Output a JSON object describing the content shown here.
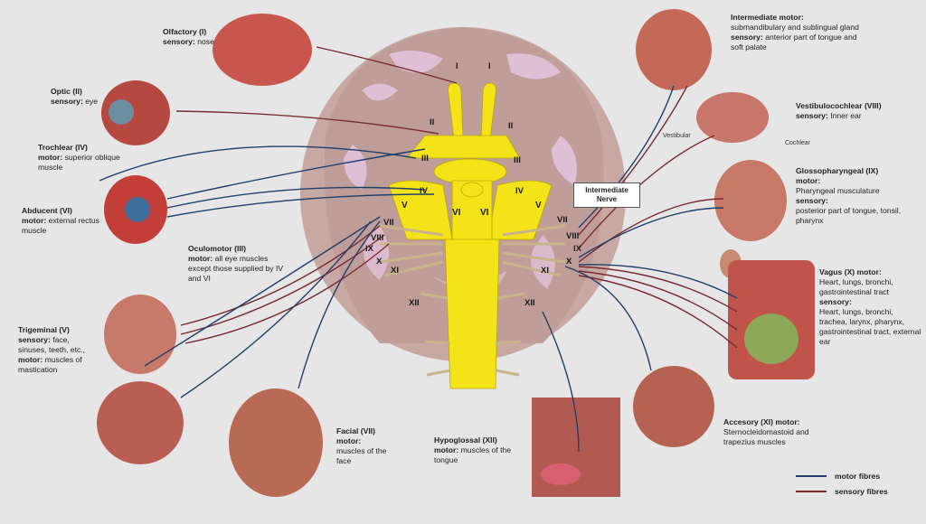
{
  "nerves": {
    "olfactory": {
      "name": "Olfactory (I)",
      "kind": "sensory:",
      "desc": "nose"
    },
    "optic": {
      "name": "Optic (II)",
      "kind": "sensory:",
      "desc": "eye"
    },
    "trochlear": {
      "name": "Trochlear (IV)",
      "kind": "motor:",
      "desc": "superior oblique muscle"
    },
    "abducent": {
      "name": "Abducent (VI)",
      "kind": "motor:",
      "desc": "external rectus muscle"
    },
    "oculomotor": {
      "name": "Oculomotor (III)",
      "kind": "motor:",
      "desc": "all eye muscles except those supplied by IV and VI"
    },
    "trigeminal": {
      "name": "Trigeminal (V)",
      "kind": "sensory:",
      "desc": "face, sinuses, teeth, etc.,",
      "kind2": "motor:",
      "desc2": "muscles of mastication"
    },
    "facial": {
      "name": "Facial (VII)",
      "kind": "motor:",
      "desc": "muscles of the face"
    },
    "hypoglossal": {
      "name": "Hypoglossal (XII)",
      "kind": "motor:",
      "desc": "muscles of the tongue"
    },
    "intermediate": {
      "name": "Intermediate motor:",
      "desc": "submandibulary and sublingual gland",
      "kind": "sensory:",
      "desc2": "anterior part of tongue and soft palate"
    },
    "vestibulocochlear": {
      "name": "Vestibulocochlear (VIII)",
      "kind": "sensory:",
      "desc": "Inner ear"
    },
    "glossopharyngeal": {
      "name": "Glossopharyngeal (IX)",
      "kind": "motor:",
      "desc": "Pharyngeal musculature",
      "kind2": "sensory:",
      "desc2": "posterior part of tongue, tonsil, pharynx"
    },
    "vagus": {
      "name": "Vagus (X) motor:",
      "desc": "Heart, lungs, bronchi, gastrointestinal tract",
      "kind": "sensory:",
      "desc2": "Heart, lungs, bronchi, trachea, larynx, pharynx, gastrointestinal tract, external ear"
    },
    "accessory": {
      "name": "Accesory (XI) motor:",
      "desc": "Sternocleidomastoid and trapezius muscles"
    }
  },
  "intermediate_box": "Intermediate Nerve",
  "ear_labels": {
    "vestibular": "Vestibular",
    "cochlear": "Cochlear"
  },
  "numerals": {
    "I": "I",
    "II": "II",
    "III": "III",
    "IV": "IV",
    "V": "V",
    "VI": "VI",
    "VII": "VII",
    "VIII": "VIII",
    "IX": "IX",
    "X": "X",
    "XI": "XI",
    "XII": "XII"
  },
  "legend": {
    "motor": "motor fibres",
    "sensory": "sensory fibres"
  },
  "colors": {
    "motor": "#1f3f6e",
    "sensory": "#7a2a33",
    "nerve": "#f5e31a",
    "brain": "#c9a9a4",
    "background": "#e6e6e6"
  }
}
